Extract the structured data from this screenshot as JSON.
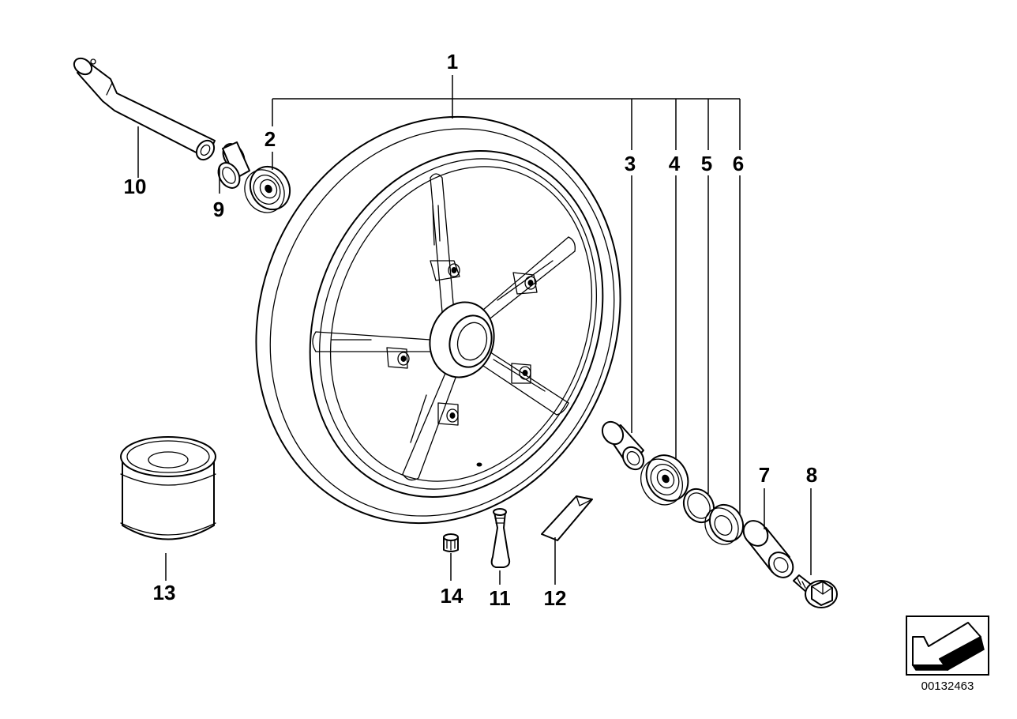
{
  "callouts": {
    "c1": "1",
    "c2": "2",
    "c3": "3",
    "c4": "4",
    "c5": "5",
    "c6": "6",
    "c7": "7",
    "c8": "8",
    "c9": "9",
    "c10": "10",
    "c11": "11",
    "c12": "12",
    "c13": "13",
    "c14": "14"
  },
  "document_id": "00132463",
  "colors": {
    "line": "#000000",
    "background": "#ffffff"
  }
}
